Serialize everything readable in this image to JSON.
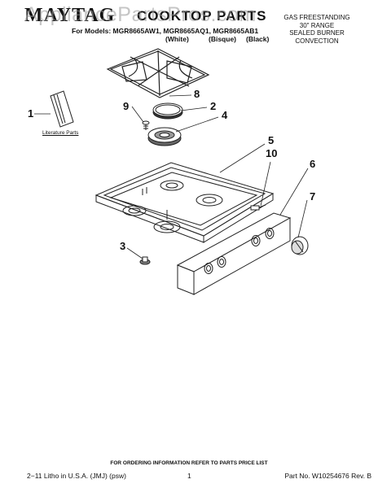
{
  "header": {
    "brand": "MAYTAG",
    "title": "COOKTOP PARTS",
    "models_line": "For Models: MGR8665AW1, MGR8665AQ1, MGR8665AB1",
    "color_white": "(White)",
    "color_bisque": "(Bisque)",
    "color_black": "(Black)",
    "description": [
      "GAS FREESTANDING",
      "30\" RANGE",
      "SEALED BURNER",
      "CONVECTION"
    ]
  },
  "watermark": "AppliancePartsPros.com",
  "diagram": {
    "callouts": [
      "1",
      "2",
      "3",
      "4",
      "5",
      "6",
      "7",
      "8",
      "9",
      "10"
    ],
    "literature_label": "Literature Parts"
  },
  "footer": {
    "note": "FOR ORDERING INFORMATION REFER TO PARTS PRICE LIST",
    "litho": "2−11 Litho in U.S.A. (JMJ) (psw)",
    "page": "1",
    "part_no": "Part No. W10254676 Rev. B"
  }
}
